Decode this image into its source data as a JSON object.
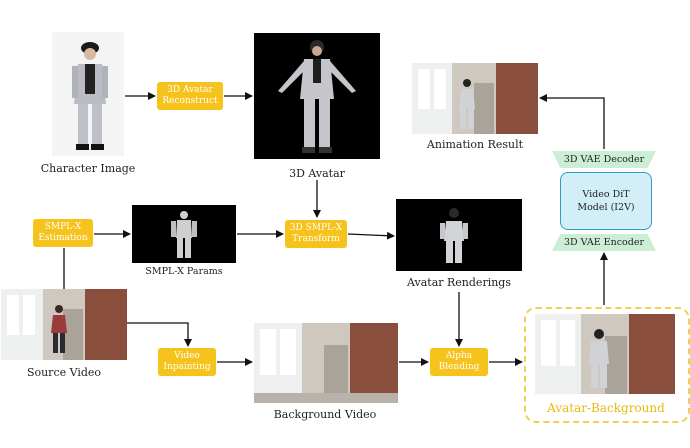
{
  "labels": {
    "character_image": "Character Image",
    "avatar_3d": "3D Avatar",
    "animation_result": "Animation Result",
    "smplx_params": "SMPL-X Params",
    "avatar_renderings": "Avatar Renderings",
    "source_video": "Source Video",
    "background_video": "Background Video",
    "avatar_background": "Avatar-Background"
  },
  "ops": {
    "reconstruct": "3D Avatar\nReconstruct",
    "smplx_estimation": "SMPL-X\nEstimation",
    "smplx_transform": "3D SMPL-X\nTransform",
    "video_inpainting": "Video\nInpainting",
    "alpha_blending": "Alpha\nBlending"
  },
  "model": {
    "decoder": "3D VAE Decoder",
    "dit_line1": "Video DiT",
    "dit_line2": "Model (I2V)",
    "encoder": "3D VAE Encoder"
  },
  "colors": {
    "op_fill": "#f6c21c",
    "vae_fill": "#cdeed6",
    "vae_border": "#3aa86b",
    "dit_fill": "#d2eff7",
    "dit_border": "#2e9fc4",
    "dashed": "#f2cf52"
  }
}
